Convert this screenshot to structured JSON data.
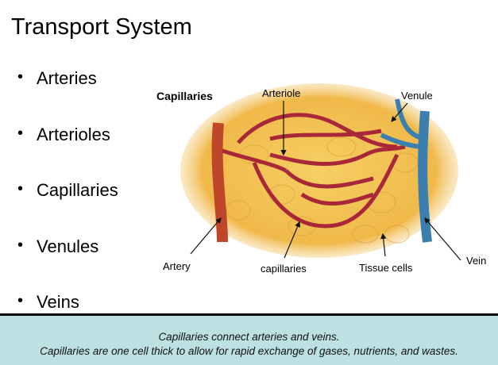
{
  "slide": {
    "title": "Transport System"
  },
  "bullets": [
    "Arteries",
    "Arterioles",
    "Capillaries",
    "Venules",
    "Veins"
  ],
  "diagram": {
    "title": "Capillaries",
    "labels": {
      "arteriole": "Arteriole",
      "venule": "Venule",
      "artery": "Artery",
      "capillaries": "capillaries",
      "tissue_cells": "Tissue cells",
      "vein": "Vein"
    }
  },
  "footer": {
    "line1": "Capillaries connect arteries and veins.",
    "line2": "Capillaries are one cell thick to  allow for rapid exchange of gases, nutrients, and wastes."
  },
  "colors": {
    "artery": "#b8322a",
    "vein": "#3a7fb0",
    "tissue": "#f2c45a",
    "footer_bg": "#bde0e3"
  }
}
